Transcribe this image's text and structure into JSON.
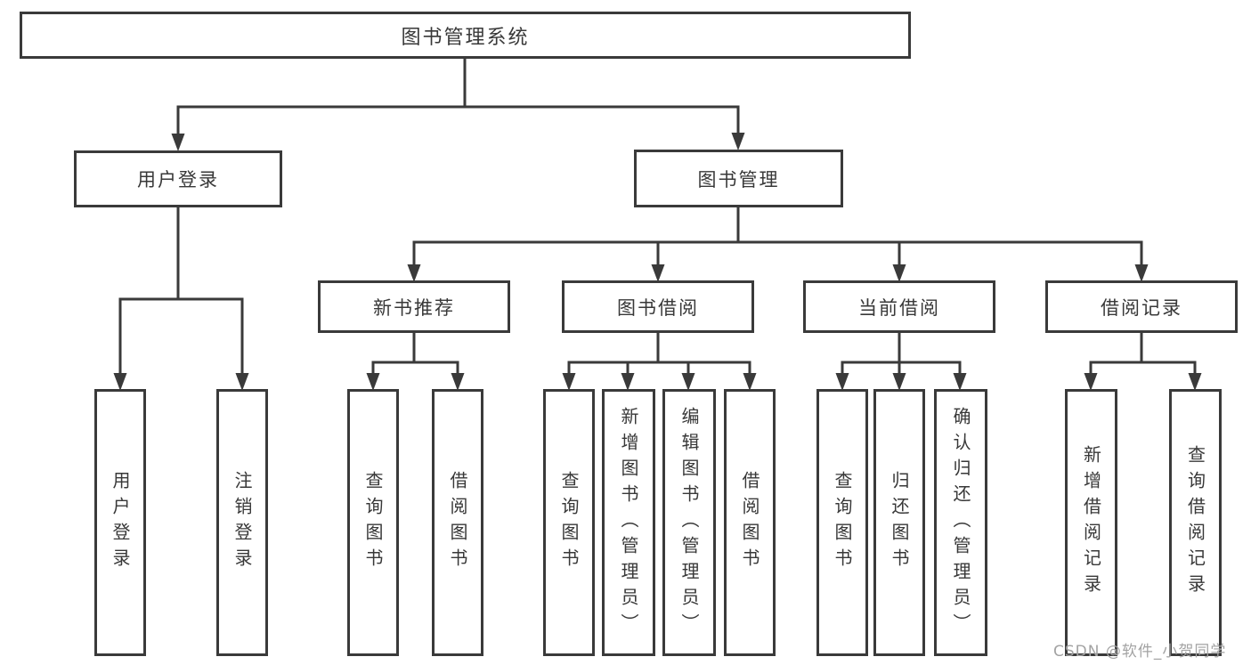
{
  "diagram": {
    "line_color": "#3a3a3a",
    "box_border_color": "#3a3a3a",
    "background_color": "#ffffff",
    "root": {
      "label": "图书管理系统"
    },
    "level2": [
      {
        "label": "用户登录",
        "children": [
          {
            "label": "用户登录"
          },
          {
            "label": "注销登录"
          }
        ]
      },
      {
        "label": "图书管理",
        "children": [
          {
            "label": "新书推荐",
            "children": [
              {
                "label": "查询图书"
              },
              {
                "label": "借阅图书"
              }
            ]
          },
          {
            "label": "图书借阅",
            "children": [
              {
                "label": "查询图书"
              },
              {
                "label": "新增图书（管理员）"
              },
              {
                "label": "编辑图书（管理员）"
              },
              {
                "label": "借阅图书"
              }
            ]
          },
          {
            "label": "当前借阅",
            "children": [
              {
                "label": "查询图书"
              },
              {
                "label": "归还图书"
              },
              {
                "label": "确认归还（管理员）"
              }
            ]
          },
          {
            "label": "借阅记录",
            "children": [
              {
                "label": "新增借阅记录"
              },
              {
                "label": "查询借阅记录"
              }
            ]
          }
        ]
      }
    ]
  },
  "watermark": {
    "text": "CSDN @软件_小贺同学",
    "color": "#a3a3a3"
  }
}
